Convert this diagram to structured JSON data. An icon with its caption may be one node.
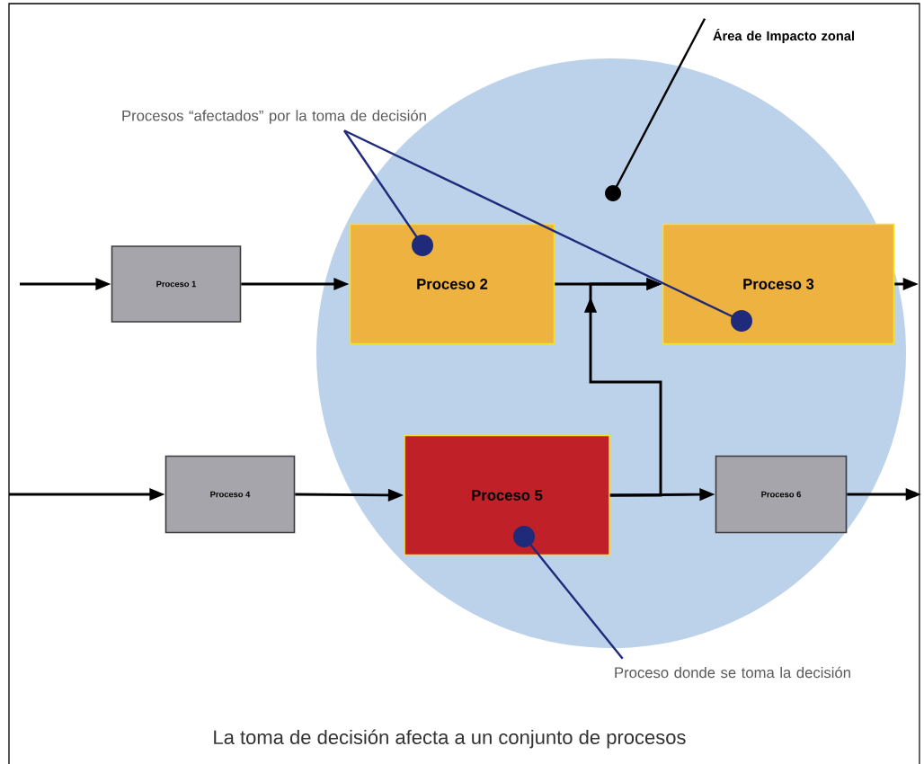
{
  "diagram": {
    "caption": "La toma de decisión afecta a un conjunto de procesos",
    "nodes": [
      {
        "text": [
          "Área de Impacto zonal"
        ]
      },
      {
        "text": [
          "Procesos “afectados” por la toma de decisión"
        ]
      },
      {
        "text": [
          "Proceso 1"
        ]
      },
      {
        "text": [
          "Proceso 2"
        ]
      },
      {
        "text": [
          "Proceso 3"
        ]
      },
      {
        "text": [
          "Proceso 4"
        ]
      },
      {
        "text": [
          "Proceso 5"
        ]
      },
      {
        "text": [
          "Proceso 6"
        ]
      },
      {
        "text": [
          "Proceso donde se toma la decisión"
        ]
      }
    ],
    "edges": [
      {
        "from": null,
        "to": 2,
        "arrow": "to"
      },
      {
        "from": 2,
        "to": 3,
        "arrow": "to"
      },
      {
        "from": 3,
        "to": 4,
        "arrow": "to"
      },
      {
        "from": 4,
        "to": null,
        "arrow": "to"
      },
      {
        "from": null,
        "to": 5,
        "arrow": "to"
      },
      {
        "from": 5,
        "to": 6,
        "arrow": "to"
      },
      {
        "from": 6,
        "to": 7,
        "arrow": "to"
      },
      {
        "from": 7,
        "to": null,
        "arrow": "to"
      },
      {
        "from": 6,
        "to": 4,
        "arrow": "to"
      },
      {
        "from": 0,
        "to": null,
        "arrow": "other"
      },
      {
        "from": 1,
        "to": 3,
        "arrow": "other",
        "color": "#1f2a7a"
      },
      {
        "from": 1,
        "to": 4,
        "arrow": "other",
        "color": "#1f2a7a"
      },
      {
        "from": 8,
        "to": 6,
        "arrow": "other",
        "color": "#1f2a7a"
      }
    ]
  }
}
